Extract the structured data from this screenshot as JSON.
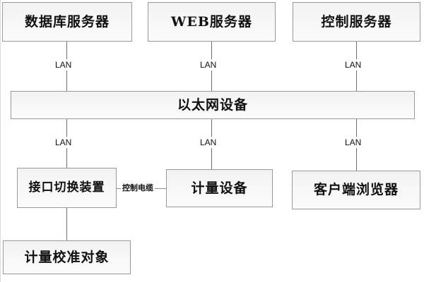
{
  "diagram": {
    "type": "network-topology",
    "title": "",
    "background_color": "#ffffff",
    "node_fill_color": "#f5f5f5",
    "node_border_color": "#9a9a9a",
    "connector_color": "#6e6e6e",
    "nodes": [
      {
        "id": "database-server",
        "label": "数据库服务器",
        "row": "top"
      },
      {
        "id": "web-server",
        "label": "WEB服务器",
        "row": "top"
      },
      {
        "id": "control-server",
        "label": "控制服务器",
        "row": "top"
      },
      {
        "id": "ethernet-device",
        "label": "以太网设备",
        "row": "middle"
      },
      {
        "id": "interface-switch",
        "label": "接口切换装置",
        "row": "bottom"
      },
      {
        "id": "metering-device",
        "label": "计量设备",
        "row": "bottom"
      },
      {
        "id": "client-browser",
        "label": "客户端浏览器",
        "row": "bottom"
      },
      {
        "id": "calibration-object",
        "label": "计量校准对象",
        "row": "footer"
      }
    ],
    "connections": [
      {
        "from": "database-server",
        "to": "ethernet-device",
        "label": "LAN"
      },
      {
        "from": "web-server",
        "to": "ethernet-device",
        "label": "LAN"
      },
      {
        "from": "control-server",
        "to": "ethernet-device",
        "label": "LAN"
      },
      {
        "from": "ethernet-device",
        "to": "interface-switch",
        "label": "LAN"
      },
      {
        "from": "ethernet-device",
        "to": "metering-device",
        "label": "LAN"
      },
      {
        "from": "ethernet-device",
        "to": "client-browser",
        "label": "LAN"
      },
      {
        "from": "interface-switch",
        "to": "metering-device",
        "label": "控制电缆"
      },
      {
        "from": "interface-switch",
        "to": "calibration-object",
        "label": ""
      }
    ]
  }
}
